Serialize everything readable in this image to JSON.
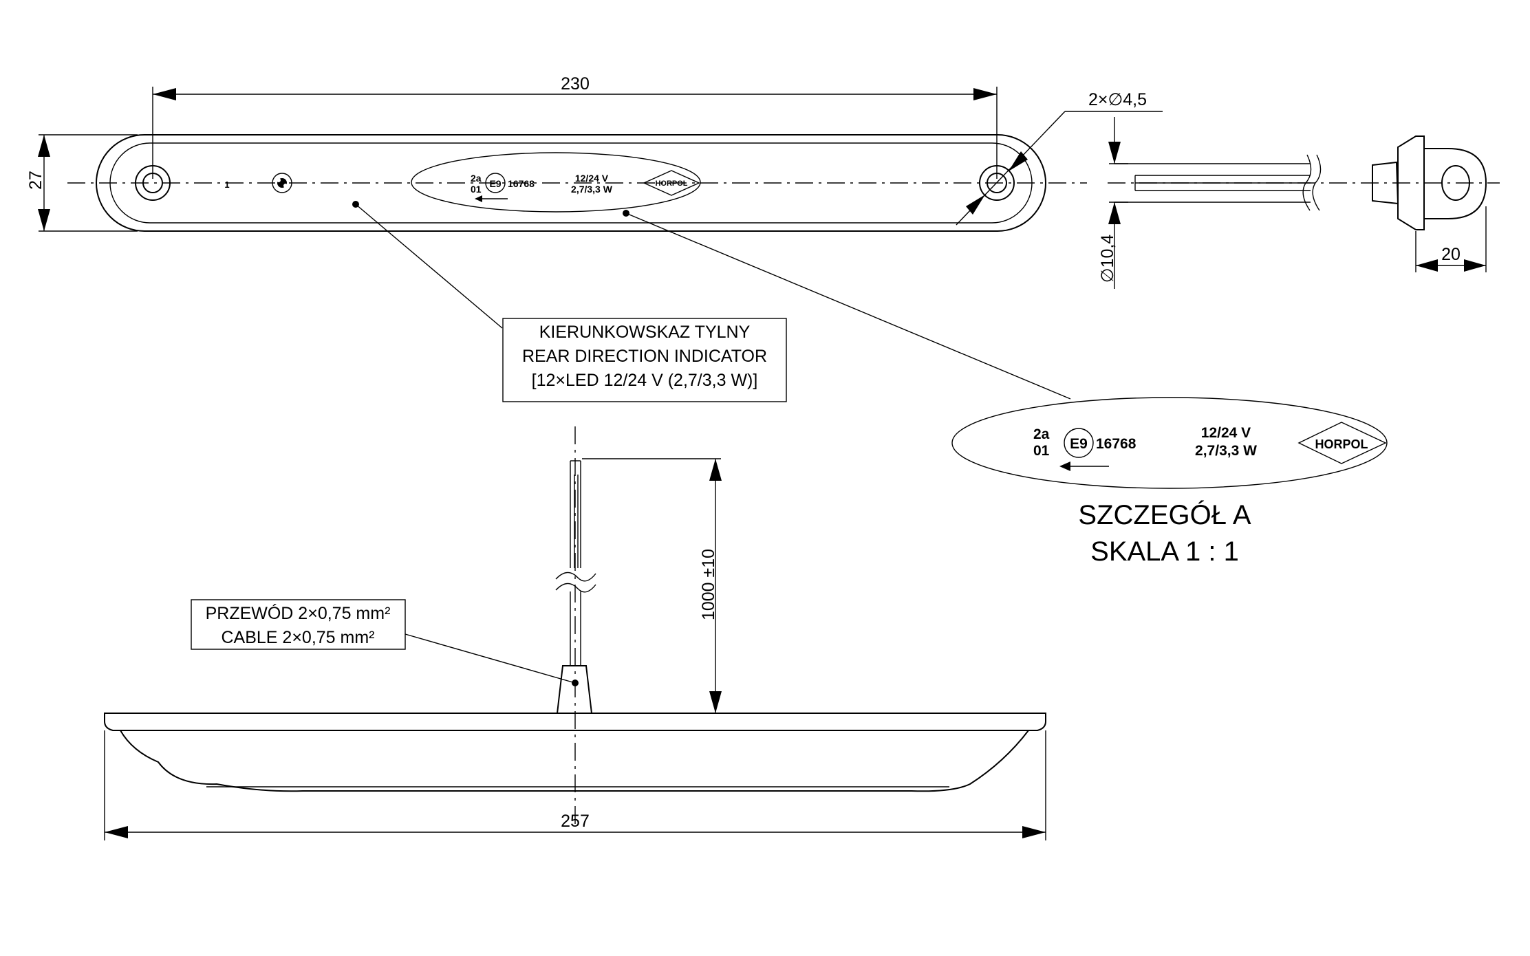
{
  "dimensions": {
    "length_top": "230",
    "height": "27",
    "holes": "2×∅4,5",
    "cable_diameter": "∅10,4",
    "depth": "20",
    "cable_length": "1000 ±10",
    "length_bottom": "257"
  },
  "label_main": {
    "line1": "KIERUNKOWSKAZ TYLNY",
    "line2": "REAR DIRECTION INDICATOR",
    "line3": "[12×LED 12/24 V (2,7/3,3 W)]"
  },
  "label_cable": {
    "line1": "PRZEWÓD 2×0,75 mm²",
    "line2": "CABLE 2×0,75 mm²"
  },
  "detail": {
    "title": "SZCZEGÓŁ A",
    "scale": "SKALA 1 : 1"
  },
  "marking": {
    "class": "2a",
    "category": "01",
    "approval_mark": "E9",
    "approval_number": "16768",
    "voltage": "12/24 V",
    "power": "2,7/3,3 W",
    "brand": "HORPOL",
    "led_mark": "1"
  }
}
